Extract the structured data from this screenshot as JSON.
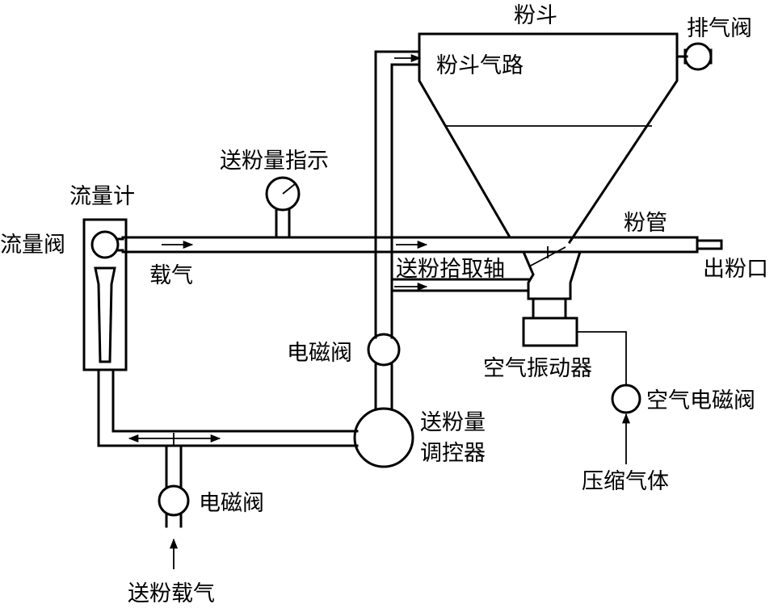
{
  "labels": {
    "hopper": "粉斗",
    "exhaust_valve": "排气阀",
    "hopper_gas_path": "粉斗气路",
    "feed_indicator": "送粉量指示",
    "flowmeter": "流量计",
    "flow_valve": "流量阀",
    "carrier_gas": "载气",
    "powder_tube": "粉管",
    "pickup_shaft": "送粉拾取轴",
    "outlet": "出粉口",
    "solenoid_valve_mid": "电磁阀",
    "air_vibrator": "空气振动器",
    "air_solenoid_valve": "空气电磁阀",
    "feed_regulator_line1": "送粉量",
    "feed_regulator_line2": "调控器",
    "solenoid_valve_bottom": "电磁阀",
    "compressed_gas": "压缩气体",
    "feed_carrier_gas": "送粉载气"
  }
}
